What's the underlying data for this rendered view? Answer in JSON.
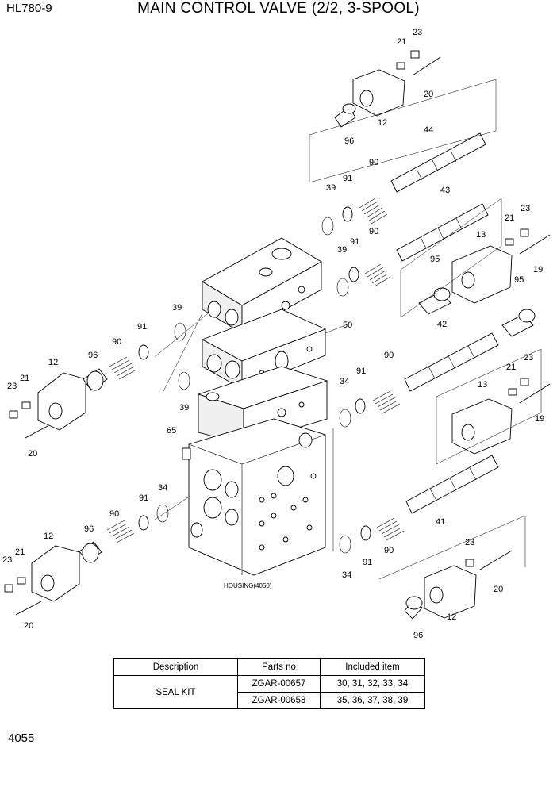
{
  "header": {
    "model": "HL780-9",
    "title": "MAIN CONTROL VALVE (2/2, 3-SPOOL)"
  },
  "housing_label": "HOUSING(4050)",
  "callouts": {
    "c21a": "21",
    "c23a": "23",
    "c20a": "20",
    "c12a": "12",
    "c96a": "96",
    "c44": "44",
    "c91a": "91",
    "c90a": "90",
    "c39a": "39",
    "c43": "43",
    "c21b": "21",
    "c23b": "23",
    "c39b": "39",
    "c91b": "91",
    "c90b": "90",
    "c13a": "13",
    "c19a": "19",
    "c95a": "95",
    "c95b": "95",
    "c39c": "39",
    "c91c": "91",
    "c90c": "90",
    "c96b": "96",
    "c12b": "12",
    "c21c": "21",
    "c23c": "23",
    "c20b": "20",
    "c50": "50",
    "c42": "42",
    "c90d": "90",
    "c91d": "91",
    "c34a": "34",
    "c23d": "23",
    "c21d": "21",
    "c13b": "13",
    "c19b": "19",
    "c39d": "39",
    "c65": "65",
    "c34b": "34",
    "c91e": "91",
    "c90e": "90",
    "c96c": "96",
    "c12c": "12",
    "c21e": "21",
    "c23e": "23",
    "c20c": "20",
    "c41": "41",
    "c90f": "90",
    "c91f": "91",
    "c34c": "34",
    "c23f": "23",
    "c20d": "20",
    "c12d": "12",
    "c96d": "96"
  },
  "seal_table": {
    "headers": [
      "Description",
      "Parts no",
      "Included item"
    ],
    "description": "SEAL KIT",
    "rows": [
      {
        "parts_no": "ZGAR-00657",
        "included": "30, 31, 32, 33, 34"
      },
      {
        "parts_no": "ZGAR-00658",
        "included": "35, 36, 37, 38, 39"
      }
    ]
  },
  "page_number": "4055"
}
